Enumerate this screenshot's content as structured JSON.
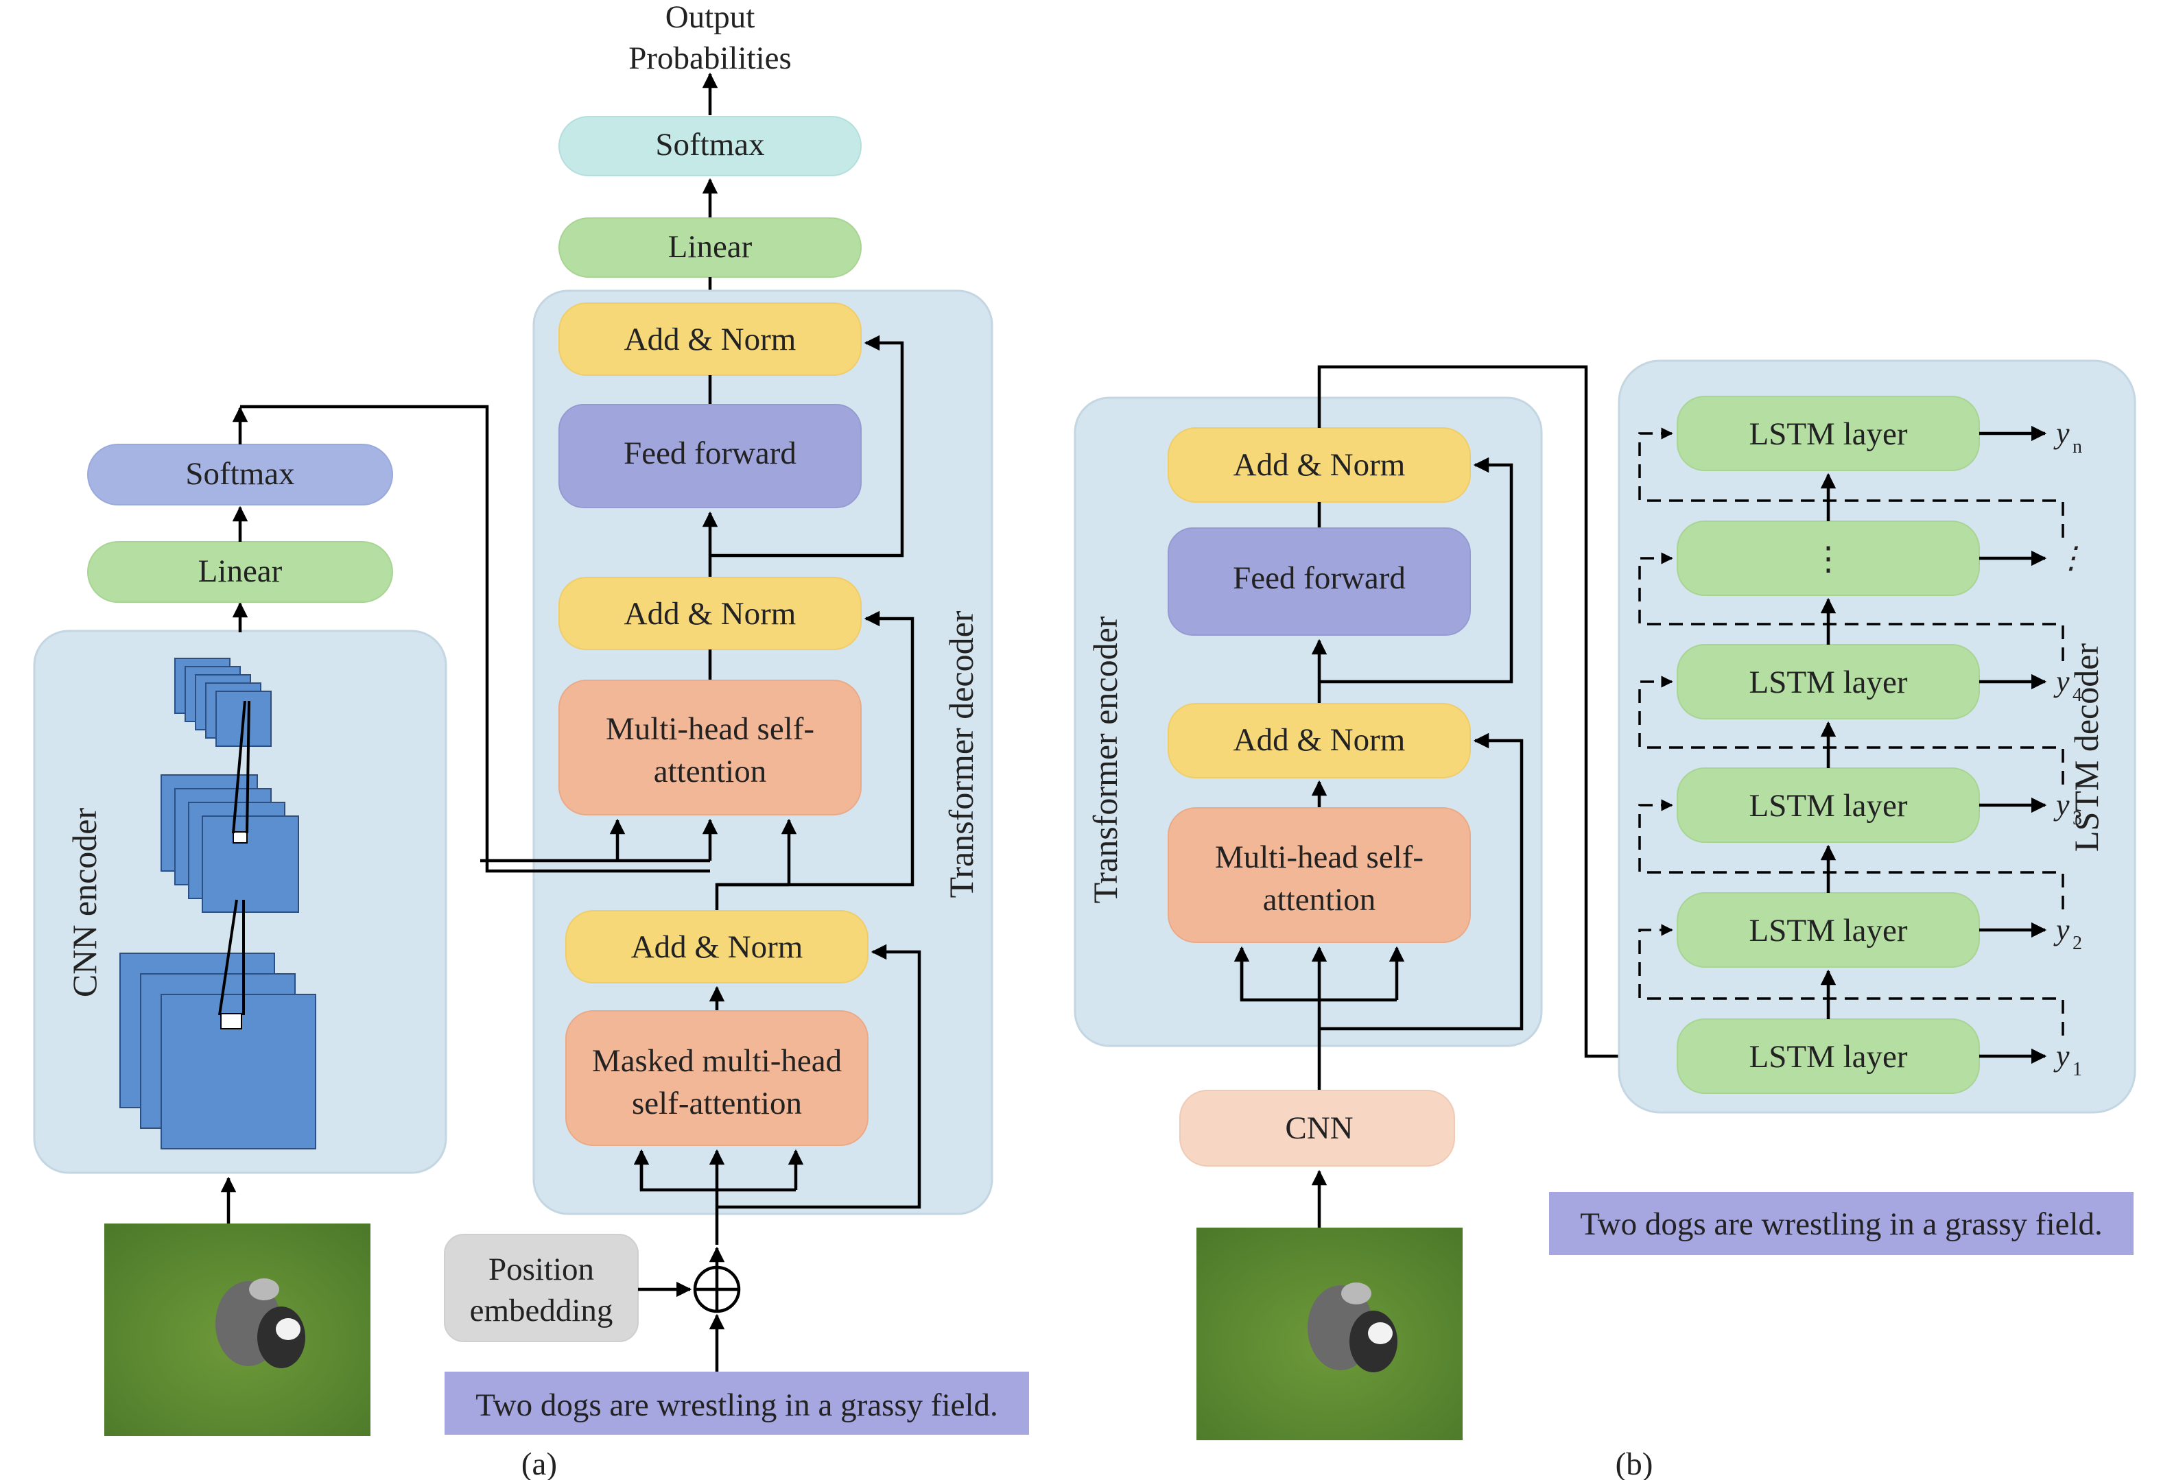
{
  "left": {
    "output_label_line1": "Output",
    "output_label_line2": "Probabilities",
    "decoder_softmax": "Softmax",
    "decoder_linear": "Linear",
    "add_norm_top": "Add & Norm",
    "feed_forward": "Feed forward",
    "add_norm_mid": "Add & Norm",
    "mhsa_line1": "Multi-head self-",
    "mhsa_line2": "attention",
    "add_norm_bottom": "Add & Norm",
    "masked_line1": "Masked multi-head",
    "masked_line2": "self-attention",
    "transformer_decoder_label": "Transformer decoder",
    "cnn_encoder_label": "CNN encoder",
    "encoder_softmax": "Softmax",
    "encoder_linear": "Linear",
    "position_line1": "Position",
    "position_line2": "embedding",
    "caption": "Two dogs are wrestling in a grassy field.",
    "panel_label": "(a)"
  },
  "right": {
    "add_norm_top": "Add & Norm",
    "feed_forward": "Feed forward",
    "add_norm_bottom": "Add & Norm",
    "mhsa_line1": "Multi-head self-",
    "mhsa_line2": "attention",
    "transformer_encoder_label": "Transformer encoder",
    "cnn": "CNN",
    "lstm_decoder_label": "LSTM decoder",
    "lstm_layers": [
      "LSTM layer",
      "⋮",
      "LSTM layer",
      "LSTM layer",
      "LSTM layer",
      "LSTM layer"
    ],
    "outputs": [
      {
        "var": "y",
        "sub": "n"
      },
      {
        "var": "⋮",
        "sub": ""
      },
      {
        "var": "y",
        "sub": "4"
      },
      {
        "var": "y",
        "sub": "3"
      },
      {
        "var": "y",
        "sub": "2"
      },
      {
        "var": "y",
        "sub": "1"
      }
    ],
    "caption": "Two dogs are wrestling in a grassy field.",
    "panel_label": "(b)"
  },
  "colors": {
    "panel_bg": "#d5e5ef",
    "add_norm": "#f7d879",
    "linear": "#b5dea2",
    "feed_forward": "#a0a6dc",
    "attention": "#f2b797",
    "softmax_top": "#c4e9e7",
    "softmax_encoder": "#a6b4e3",
    "cnn": "#f8d6c4",
    "caption_bg": "#a6a6e0"
  }
}
